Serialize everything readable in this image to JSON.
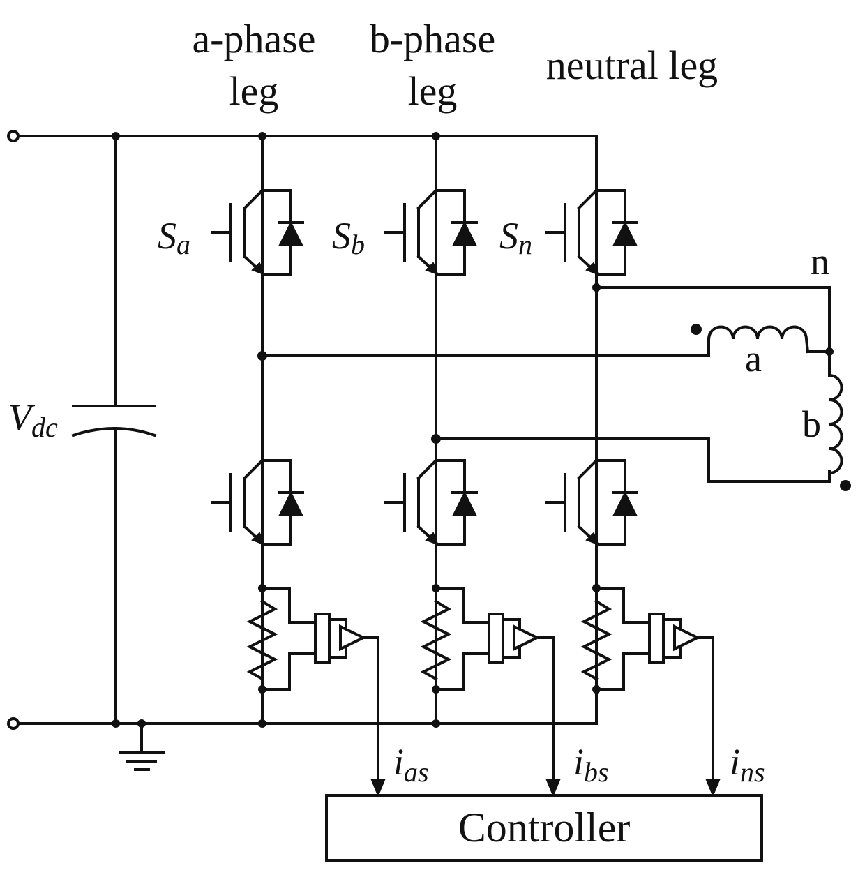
{
  "legs": {
    "a_line1": "a-phase",
    "a_line2": "leg",
    "b_line1": "b-phase",
    "b_line2": "leg",
    "neutral": "neutral leg"
  },
  "switches": {
    "sa_main": "S",
    "sa_sub": "a",
    "sb_main": "S",
    "sb_sub": "b",
    "sn_main": "S",
    "sn_sub": "n"
  },
  "supply": {
    "v_main": "V",
    "v_sub": "dc"
  },
  "motor": {
    "terminal_n": "n",
    "winding_a": "a",
    "winding_b": "b"
  },
  "currents": {
    "ias_main": "i",
    "ias_sub": "as",
    "ibs_main": "i",
    "ibs_sub": "bs",
    "ins_main": "i",
    "ins_sub": "ns"
  },
  "controller": {
    "label": "Controller"
  },
  "colors": {
    "ink": "#111111",
    "background": "#ffffff"
  }
}
